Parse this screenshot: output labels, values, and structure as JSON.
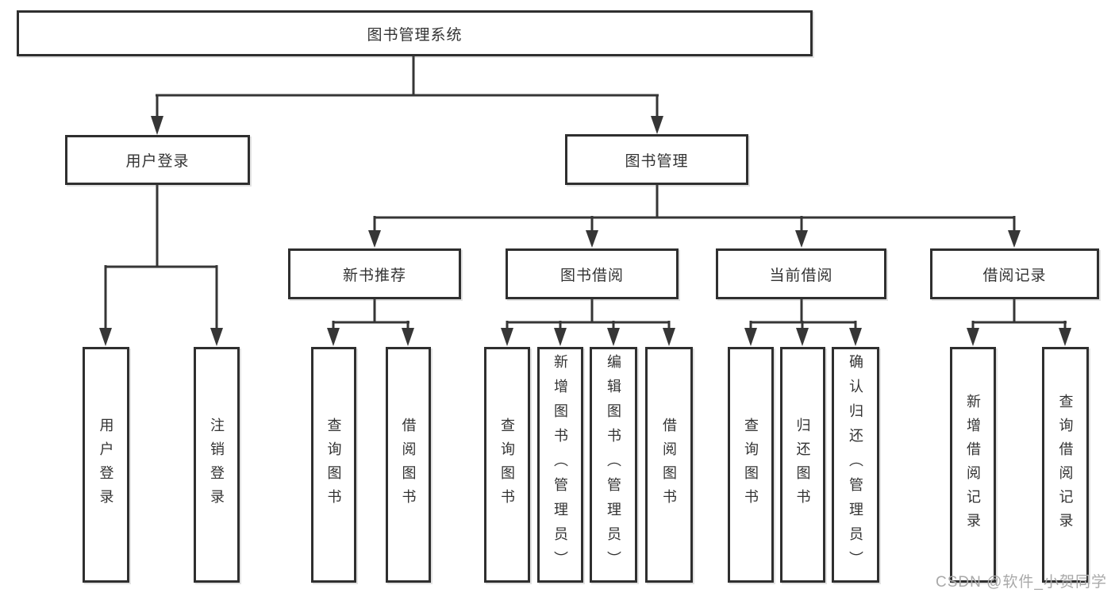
{
  "tree": {
    "root": {
      "label": "图书管理系统"
    },
    "user_login": {
      "label": "用户登录",
      "children": [
        {
          "label": "用户登录"
        },
        {
          "label": "注销登录"
        }
      ]
    },
    "book_mgmt": {
      "label": "图书管理",
      "children": [
        {
          "label": "新书推荐",
          "children": [
            {
              "label": "查询图书"
            },
            {
              "label": "借阅图书"
            }
          ]
        },
        {
          "label": "图书借阅",
          "children": [
            {
              "label": "查询图书"
            },
            {
              "label": "新增图书（管理员）"
            },
            {
              "label": "编辑图书（管理员）"
            },
            {
              "label": "借阅图书"
            }
          ]
        },
        {
          "label": "当前借阅",
          "children": [
            {
              "label": "查询图书"
            },
            {
              "label": "归还图书"
            },
            {
              "label": "确认归还（管理员）"
            }
          ]
        },
        {
          "label": "借阅记录",
          "children": [
            {
              "label": "新增借阅记录"
            },
            {
              "label": "查询借阅记录"
            }
          ]
        }
      ]
    }
  },
  "watermark": "CSDN @软件_小贺同学",
  "colors": {
    "line": "#363636",
    "border": "#2f2f2f",
    "text": "#333333",
    "watermark_text": "#a9a9a9",
    "background": "#ffffff"
  }
}
